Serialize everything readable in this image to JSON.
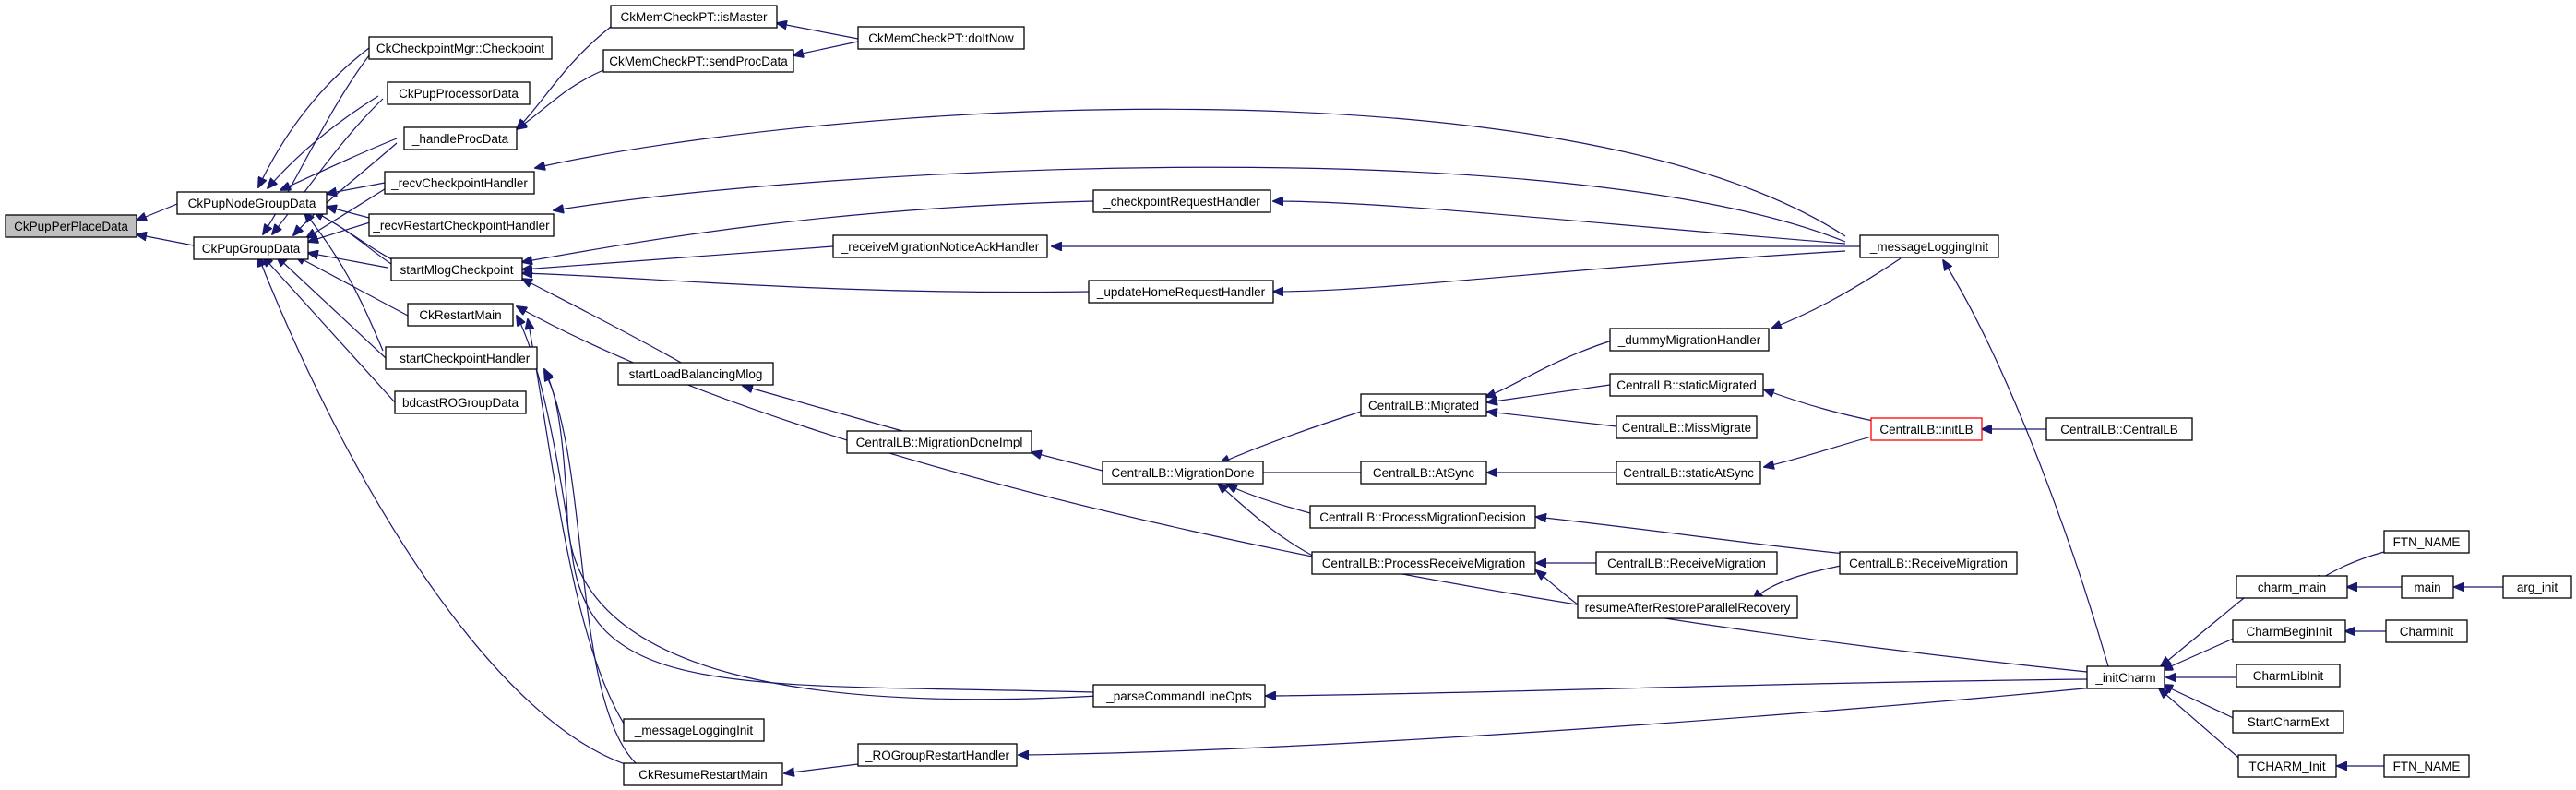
{
  "nodes": {
    "ckPupPerPlaceData": "CkPupPerPlaceData",
    "ckPupNodeGroupData": "CkPupNodeGroupData",
    "ckPupGroupData": "CkPupGroupData",
    "ckCheckpointMgrCheckpoint": "CkCheckpointMgr::Checkpoint",
    "ckPupProcessorData": "CkPupProcessorData",
    "handleProcData": "_handleProcData",
    "recvCheckpointHandler": "_recvCheckpointHandler",
    "recvRestartCheckpointHandler": "_recvRestartCheckpointHandler",
    "startMlogCheckpoint": "startMlogCheckpoint",
    "ckRestartMain": "CkRestartMain",
    "startCheckpointHandler": "_startCheckpointHandler",
    "bdcastROGroupData": "bdcastROGroupData",
    "ckMemCheckPTisMaster": "CkMemCheckPT::isMaster",
    "ckMemCheckPTsendProcData": "CkMemCheckPT::sendProcData",
    "ckMemCheckPTdoItNow": "CkMemCheckPT::doItNow",
    "startLoadBalancingMlog": "startLoadBalancingMlog",
    "messageLoggingInitLow": "_messageLoggingInit",
    "ckResumeRestartMain": "CkResumeRestartMain",
    "checkpointRequestHandler": "_checkpointRequestHandler",
    "receiveMigrationNoticeAckHandler": "_receiveMigrationNoticeAckHandler",
    "updateHomeRequestHandler": "_updateHomeRequestHandler",
    "centralLBMigrationDoneImpl": "CentralLB::MigrationDoneImpl",
    "centralLBMigrationDone": "CentralLB::MigrationDone",
    "centralLBMigrated": "CentralLB::Migrated",
    "centralLBAtSync": "CentralLB::AtSync",
    "centralLBProcessMigrationDecision": "CentralLB::ProcessMigrationDecision",
    "centralLBProcessReceiveMigration": "CentralLB::ProcessReceiveMigration",
    "dummyMigrationHandler": "_dummyMigrationHandler",
    "centralLBstaticMigrated": "CentralLB::staticMigrated",
    "centralLBMissMigrate": "CentralLB::MissMigrate",
    "centralLBstaticAtSync": "CentralLB::staticAtSync",
    "centralLBReceiveMigrationMid": "CentralLB::ReceiveMigration",
    "resumeAfterRestoreParallelRecovery": "resumeAfterRestoreParallelRecovery",
    "parseCommandLineOpts": "_parseCommandLineOpts",
    "roGroupRestartHandler": "_ROGroupRestartHandler",
    "messageLoggingInitHigh": "_messageLoggingInit",
    "centralLBinitLB": "CentralLB::initLB",
    "centralLBReceiveMigrationRight": "CentralLB::ReceiveMigration",
    "centralLBCentralLB": "CentralLB::CentralLB",
    "initCharm": "_initCharm",
    "charmMain": "charm_main",
    "charmBeginInit": "CharmBeginInit",
    "charmLibInit": "CharmLibInit",
    "startCharmExt": "StartCharmExt",
    "tcharmInit": "TCHARM_Init",
    "ftnNameTop": "FTN_NAME",
    "main": "main",
    "argInit": "arg_init",
    "charmInit": "CharmInit",
    "ftnNameBottom": "FTN_NAME"
  },
  "colors": {
    "edge": "#191970",
    "root_fill": "#bfbfbf",
    "node_border": "#000000",
    "highlight_border": "#ff0000"
  }
}
